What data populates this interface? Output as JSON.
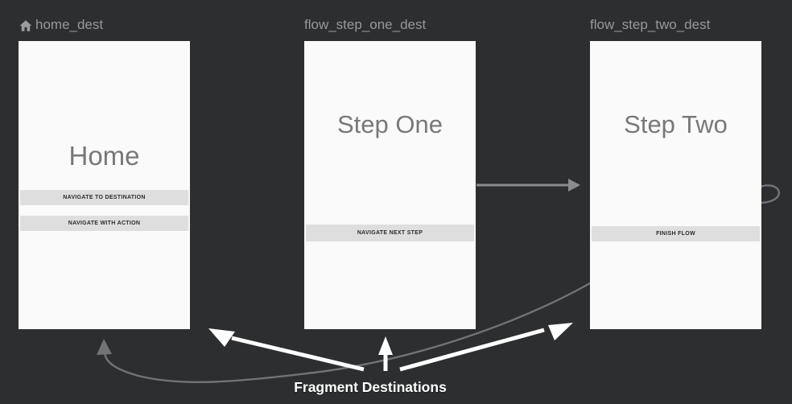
{
  "editor": {
    "destinations": [
      {
        "name": "home_dest",
        "is_start_destination": true,
        "title": "Home",
        "buttons": [
          "NAVIGATE TO DESTINATION",
          "NAVIGATE WITH ACTION"
        ]
      },
      {
        "name": "flow_step_one_dest",
        "is_start_destination": false,
        "title": "Step One",
        "buttons": [
          "NAVIGATE NEXT STEP"
        ]
      },
      {
        "name": "flow_step_two_dest",
        "is_start_destination": false,
        "title": "Step Two",
        "buttons": [
          "FINISH FLOW"
        ]
      }
    ],
    "actions": [
      {
        "name": "action-step-one-to-step-two",
        "from": "flow_step_one_dest",
        "to": "flow_step_two_dest"
      },
      {
        "name": "action-step-two-to-home",
        "from": "flow_step_two_dest",
        "to": "home_dest"
      }
    ],
    "icons": {
      "start_destination": "home-icon"
    }
  },
  "annotation": {
    "label": "Fragment Destinations"
  },
  "colors": {
    "background": "#2c2e30",
    "card": "#fafafa",
    "card_title": "#787878",
    "destination_label": "#96999b",
    "button_bg": "#dedede",
    "button_text": "#2b2b2b",
    "action_arrow": "#7e8082",
    "annotation_arrow": "#ffffff"
  }
}
